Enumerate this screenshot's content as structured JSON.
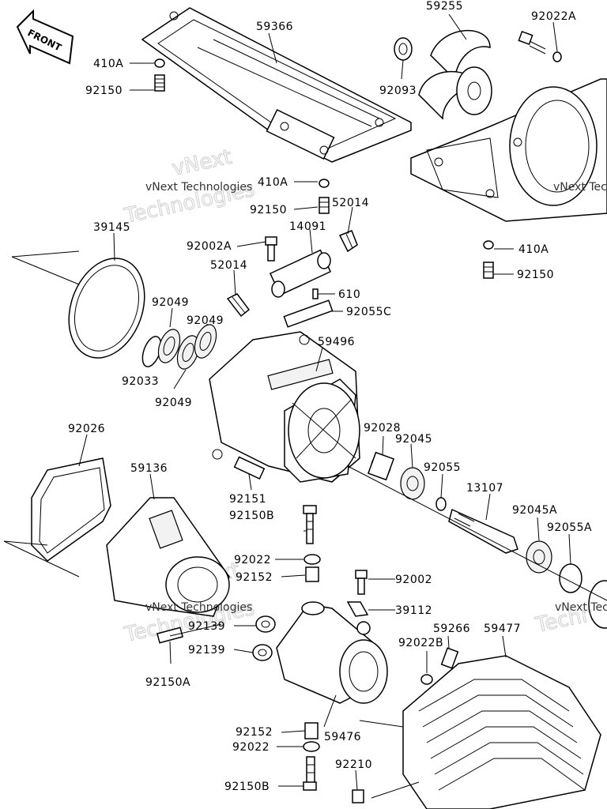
{
  "front_marker": {
    "label": "FRONT"
  },
  "callouts": [
    {
      "id": "c-410a-1",
      "text": "410A"
    },
    {
      "id": "c-92150-1",
      "text": "92150"
    },
    {
      "id": "c-59366",
      "text": "59366"
    },
    {
      "id": "c-59255",
      "text": "59255"
    },
    {
      "id": "c-92022a",
      "text": "92022A"
    },
    {
      "id": "c-92093",
      "text": "92093"
    },
    {
      "id": "c-410a-2",
      "text": "410A"
    },
    {
      "id": "c-92150-2",
      "text": "92150"
    },
    {
      "id": "c-52014-1",
      "text": "52014"
    },
    {
      "id": "c-39145",
      "text": "39145"
    },
    {
      "id": "c-92002a",
      "text": "92002A"
    },
    {
      "id": "c-14091",
      "text": "14091"
    },
    {
      "id": "c-410a-3",
      "text": "410A"
    },
    {
      "id": "c-92150-3",
      "text": "92150"
    },
    {
      "id": "c-52014-2",
      "text": "52014"
    },
    {
      "id": "c-610",
      "text": "610"
    },
    {
      "id": "c-92055c",
      "text": "92055C"
    },
    {
      "id": "c-92049-1",
      "text": "92049"
    },
    {
      "id": "c-92049-2",
      "text": "92049"
    },
    {
      "id": "c-59496",
      "text": "59496"
    },
    {
      "id": "c-92033",
      "text": "92033"
    },
    {
      "id": "c-92049-3",
      "text": "92049"
    },
    {
      "id": "c-92026",
      "text": "92026"
    },
    {
      "id": "c-92028",
      "text": "92028"
    },
    {
      "id": "c-92045",
      "text": "92045"
    },
    {
      "id": "c-59136",
      "text": "59136"
    },
    {
      "id": "c-92055",
      "text": "92055"
    },
    {
      "id": "c-13107",
      "text": "13107"
    },
    {
      "id": "c-92151",
      "text": "92151"
    },
    {
      "id": "c-92150b-1",
      "text": "92150B"
    },
    {
      "id": "c-92045a",
      "text": "92045A"
    },
    {
      "id": "c-92055a",
      "text": "92055A"
    },
    {
      "id": "c-92022-1",
      "text": "92022"
    },
    {
      "id": "c-92152-1",
      "text": "92152"
    },
    {
      "id": "c-92002",
      "text": "92002"
    },
    {
      "id": "c-39112",
      "text": "39112"
    },
    {
      "id": "c-92139-1",
      "text": "92139"
    },
    {
      "id": "c-59266",
      "text": "59266"
    },
    {
      "id": "c-59477",
      "text": "59477"
    },
    {
      "id": "c-92139-2",
      "text": "92139"
    },
    {
      "id": "c-92022b",
      "text": "92022B"
    },
    {
      "id": "c-92150a",
      "text": "92150A"
    },
    {
      "id": "c-92152-2",
      "text": "92152"
    },
    {
      "id": "c-59476",
      "text": "59476"
    },
    {
      "id": "c-92022-2",
      "text": "92022"
    },
    {
      "id": "c-92210",
      "text": "92210"
    },
    {
      "id": "c-92150b-2",
      "text": "92150B"
    }
  ],
  "watermarks": [
    {
      "id": "wm-1",
      "text": "vNext Technologies"
    },
    {
      "id": "wm-2",
      "text": "vNext Technologies"
    },
    {
      "id": "wm-3",
      "text": "vNext Technologies"
    },
    {
      "id": "wm-4",
      "text": "vNext Technologies"
    }
  ]
}
